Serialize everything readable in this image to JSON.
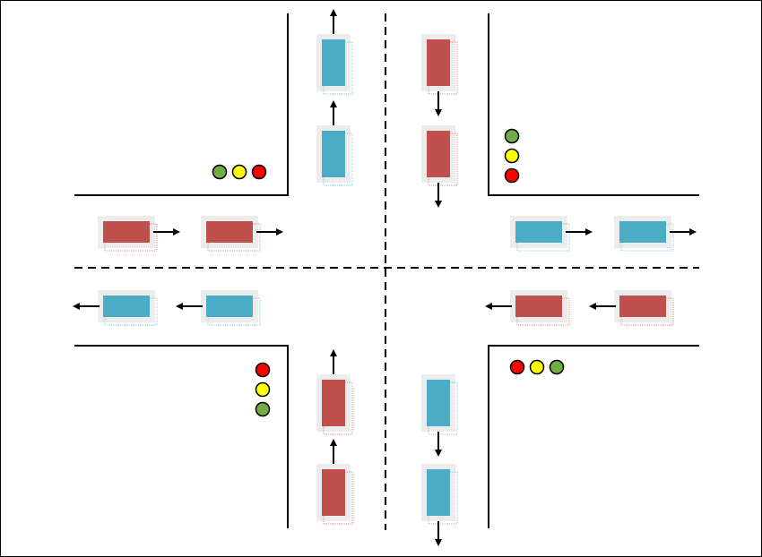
{
  "colors": {
    "background": "#ffffff",
    "frame": "#000000",
    "road_line": "#000000",
    "car_red": "#c0504d",
    "car_blue": "#4bacc6",
    "light_red": "#ff0000",
    "light_yellow": "#ffff00",
    "light_green": "#70ad47"
  },
  "traffic_lights": [
    {
      "id": "top-left",
      "order": [
        "green",
        "yellow",
        "red"
      ]
    },
    {
      "id": "top-right",
      "order": [
        "green",
        "yellow",
        "red"
      ]
    },
    {
      "id": "bottom-left",
      "order": [
        "red",
        "yellow",
        "green"
      ]
    },
    {
      "id": "bottom-right",
      "order": [
        "red",
        "yellow",
        "green"
      ]
    }
  ],
  "lanes": [
    {
      "id": "north-upper-lane",
      "color": "blue",
      "direction": "north",
      "cars": 2
    },
    {
      "id": "south-upper-lane",
      "color": "red",
      "direction": "south",
      "cars": 2
    },
    {
      "id": "east-left-lane",
      "color": "red",
      "direction": "east",
      "cars": 2
    },
    {
      "id": "east-right-lane",
      "color": "blue",
      "direction": "east",
      "cars": 2
    },
    {
      "id": "west-left-lane",
      "color": "blue",
      "direction": "west",
      "cars": 2
    },
    {
      "id": "west-right-lane",
      "color": "red",
      "direction": "west",
      "cars": 2
    },
    {
      "id": "north-lower-lane",
      "color": "red",
      "direction": "north",
      "cars": 2
    },
    {
      "id": "south-lower-lane",
      "color": "blue",
      "direction": "south",
      "cars": 2
    }
  ]
}
